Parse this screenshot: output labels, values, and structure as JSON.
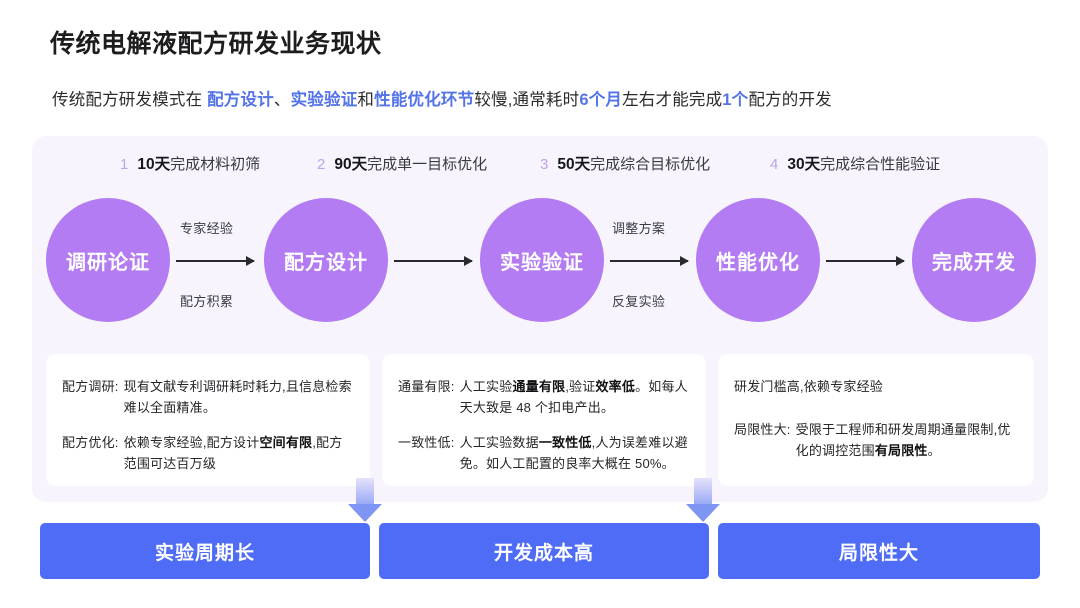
{
  "header": {
    "title": "传统电解液配方研发业务现状",
    "subtitle_parts": [
      {
        "text": "传统配方研发模式在 ",
        "highlight": false
      },
      {
        "text": "配方设计",
        "highlight": true
      },
      {
        "text": "、",
        "highlight": false
      },
      {
        "text": "实验验证",
        "highlight": true
      },
      {
        "text": "和",
        "highlight": false
      },
      {
        "text": "性能优化环节",
        "highlight": true
      },
      {
        "text": "较慢,通常耗时",
        "highlight": false
      },
      {
        "text": "6个月",
        "highlight": true
      },
      {
        "text": "左右才能完成",
        "highlight": false
      },
      {
        "text": "1个",
        "highlight": true
      },
      {
        "text": "配方的开发",
        "highlight": false
      }
    ]
  },
  "steps": [
    {
      "num": "1",
      "days": "10天",
      "text": "完成材料初筛"
    },
    {
      "num": "2",
      "days": "90天",
      "text": "完成单一目标优化"
    },
    {
      "num": "3",
      "days": "50天",
      "text": "完成综合目标优化"
    },
    {
      "num": "4",
      "days": "30天",
      "text": "完成综合性能验证"
    }
  ],
  "flow": {
    "circles": [
      "调研论证",
      "配方设计",
      "实验验证",
      "性能优化",
      "完成开发"
    ],
    "connector_labels": [
      {
        "top": "专家经验",
        "bottom": "配方积累"
      },
      {
        "top": "调整方案",
        "bottom": "反复实验"
      }
    ]
  },
  "cards": [
    {
      "rows": [
        {
          "label": "配方调研:",
          "value": "现有文献专利调研耗时耗力,且信息检索难以全面精准。",
          "bold": ""
        },
        {
          "label": "配方优化:",
          "value_pre": "依赖专家经验,配方设计",
          "bold": "空间有限",
          "value_post": ",配方范围可达百万级"
        }
      ]
    },
    {
      "rows": [
        {
          "label": "通量有限:",
          "value_pre": "人工实验",
          "bold": "通量有限",
          "value_mid": ",验证",
          "bold2": "效率低",
          "value_post": "。如每人天大致是 48 个扣电产出。"
        },
        {
          "label": "一致性低:",
          "value_pre": "人工实验数据",
          "bold": "一致性低",
          "value_post": ",人为误差难以避免。如人工配置的良率大概在 50%。"
        }
      ]
    },
    {
      "rows": [
        {
          "label": "",
          "value": "研发门槛高,依赖专家经验",
          "bold": ""
        },
        {
          "label": "局限性大:",
          "value_pre": "受限于工程师和研发周期通量限制,优化的调控范围",
          "bold": "有局限性",
          "value_post": "。"
        }
      ]
    }
  ],
  "banners": [
    "实验周期长",
    "开发成本高",
    "局限性大"
  ],
  "colors": {
    "circle_purple": "#b37cf2",
    "banner_blue": "#4f6cf7",
    "panel_bg": "#f7f4fd",
    "highlight_text": "#5473e8",
    "step_number": "#bda4ea"
  }
}
